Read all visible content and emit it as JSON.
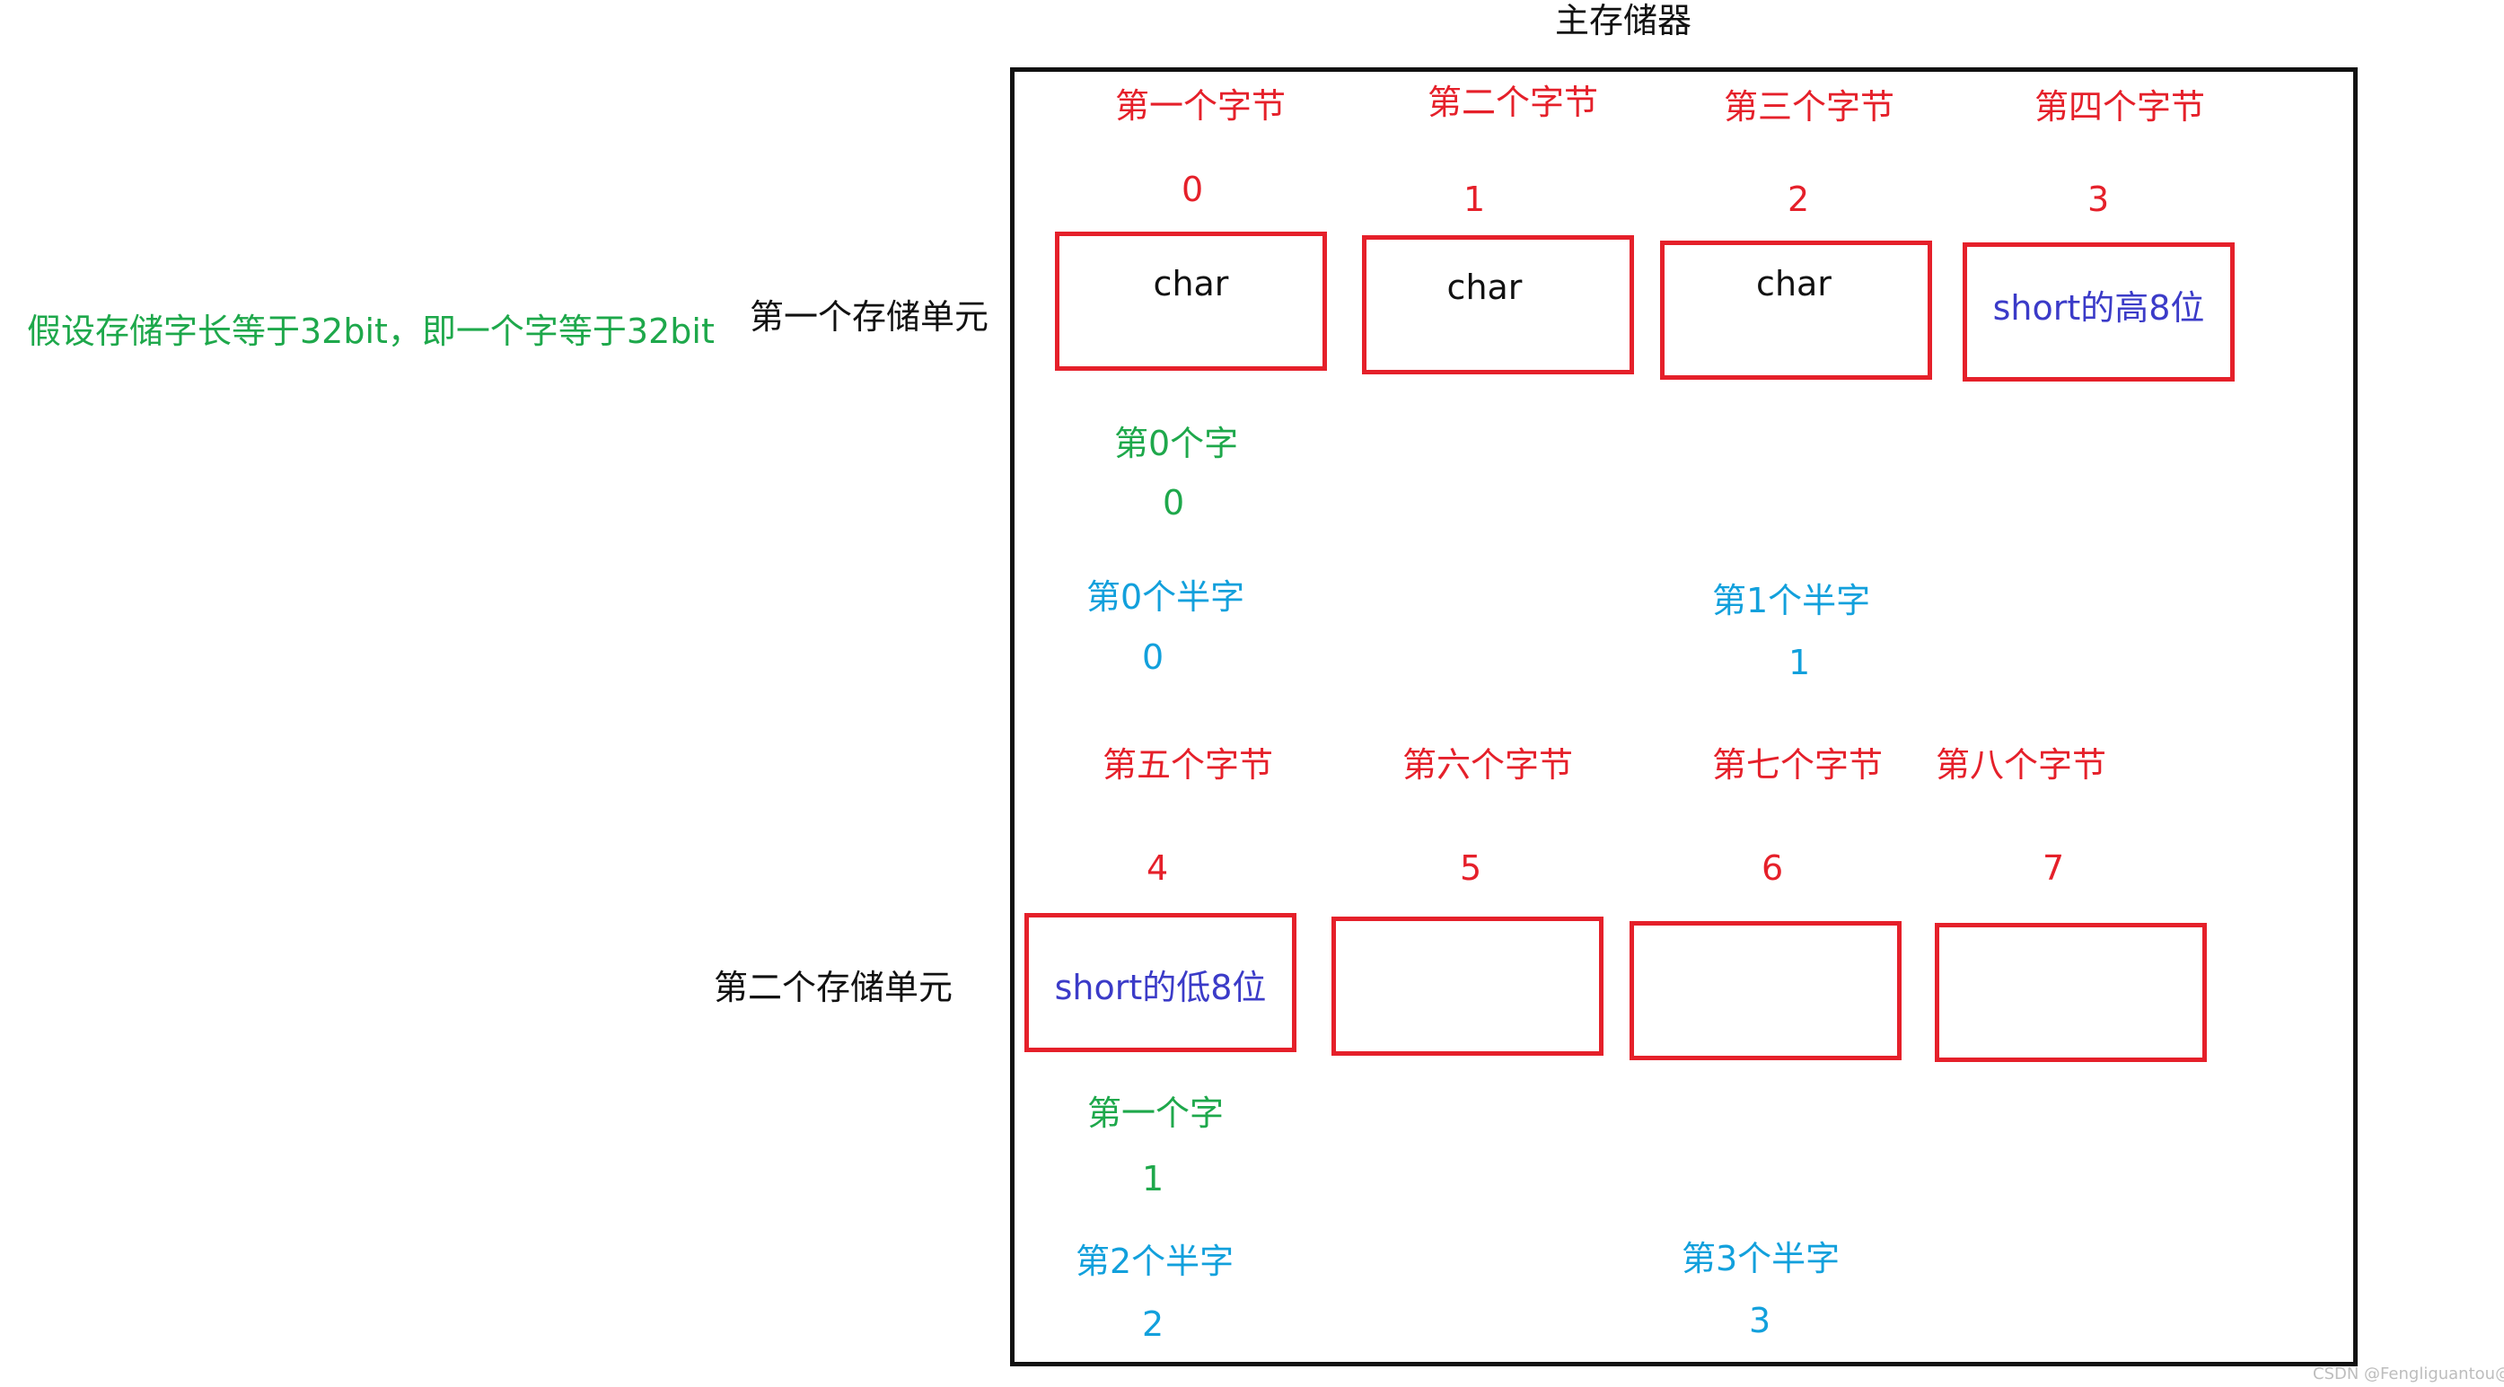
{
  "title": "主存储器",
  "note": "假设存储字长等于32bit，即一个字等于32bit",
  "units": [
    "第一个存储单元",
    "第二个存储单元"
  ],
  "byte_labels": [
    "第一个字节",
    "第二个字节",
    "第三个字节",
    "第四个字节",
    "第五个字节",
    "第六个字节",
    "第七个字节",
    "第八个字节"
  ],
  "byte_addresses": [
    "0",
    "1",
    "2",
    "3",
    "4",
    "5",
    "6",
    "7"
  ],
  "cells": [
    "char",
    "char",
    "char",
    "short的高8位",
    "short的低8位",
    "",
    "",
    ""
  ],
  "word_labels": [
    "第0个字",
    "第一个字"
  ],
  "word_addresses": [
    "0",
    "1"
  ],
  "halfword_labels": [
    "第0个半字",
    "第1个半字",
    "第2个半字",
    "第3个半字"
  ],
  "halfword_addresses": [
    "0",
    "1",
    "2",
    "3"
  ],
  "watermark": "CSDN @Fengliguantou@",
  "colors": {
    "byte_text": "#e5202a",
    "cell_border": "#e5202a",
    "word_text": "#1ea84b",
    "halfword_text": "#12a0dc",
    "short_text": "#3b3bc8",
    "frame": "#111111"
  }
}
